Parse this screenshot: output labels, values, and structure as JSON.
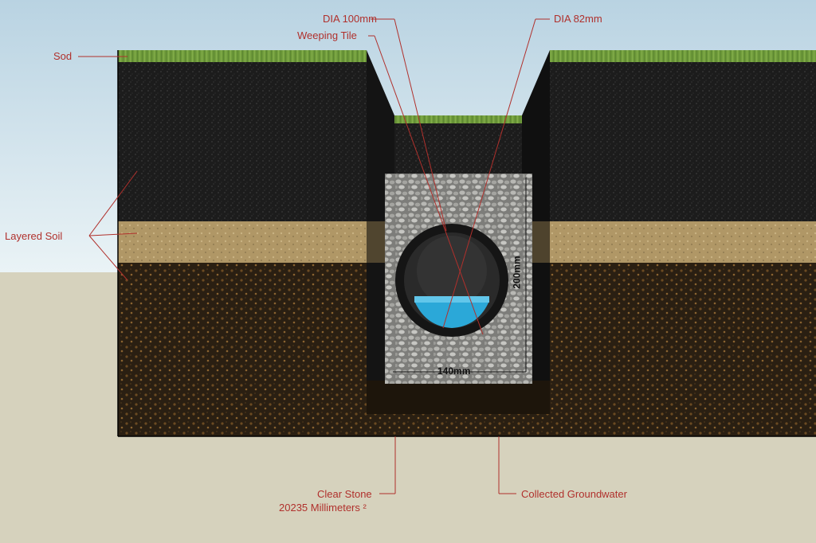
{
  "labels": {
    "sod": "Sod",
    "layered_soil": "Layered Soil",
    "dia_100": "DIA 100mm",
    "weeping_tile": "Weeping Tile",
    "dia_82": "DIA 82mm",
    "clear_stone": "Clear Stone",
    "clear_stone_area": "20235 Millimeters ²",
    "collected_groundwater": "Collected Groundwater"
  },
  "dimensions": {
    "height": "200mm",
    "width": "140mm"
  },
  "colors": {
    "sky": "#cfe4ef",
    "ground_plane": "#d6d2bd",
    "topsoil": "#1b1b1b",
    "sand_layer": "#b59c6c",
    "subsoil": "#3a2a16",
    "gravel": "#9c9c98",
    "water": "#2ba8d8",
    "grass": "#6e9c3a",
    "leader_line": "#b0302c"
  }
}
